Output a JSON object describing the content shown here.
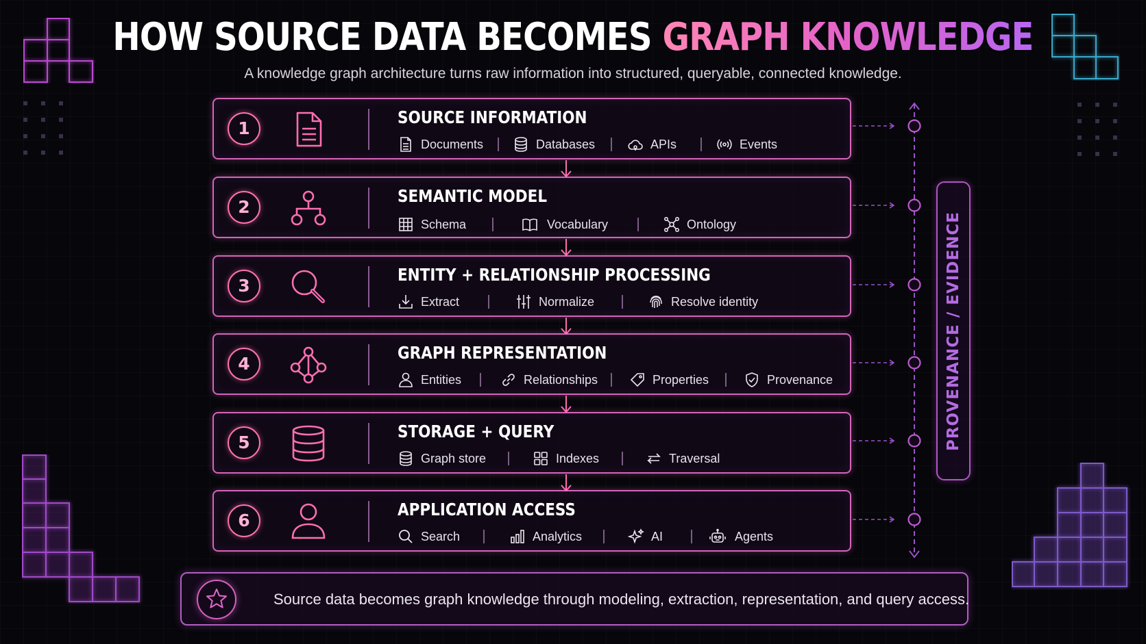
{
  "header": {
    "title_main": "HOW SOURCE DATA BECOMES ",
    "title_accent": "GRAPH KNOWLEDGE",
    "subtitle": "A knowledge graph architecture turns raw information into structured, queryable, connected knowledge."
  },
  "colors": {
    "accent_pink": "#ff72b0",
    "accent_purple": "#b155c6",
    "background": "#07060b"
  },
  "steps": [
    {
      "number": "1",
      "title": "SOURCE INFORMATION",
      "icon": "document-icon",
      "items": [
        {
          "label": "Documents",
          "icon": "document-icon"
        },
        {
          "label": "Databases",
          "icon": "database-icon"
        },
        {
          "label": "APIs",
          "icon": "cloud-icon"
        },
        {
          "label": "Events",
          "icon": "broadcast-icon"
        }
      ]
    },
    {
      "number": "2",
      "title": "SEMANTIC MODEL",
      "icon": "hierarchy-icon",
      "items": [
        {
          "label": "Schema",
          "icon": "grid-icon"
        },
        {
          "label": "Vocabulary",
          "icon": "book-icon"
        },
        {
          "label": "Ontology",
          "icon": "network-icon"
        }
      ]
    },
    {
      "number": "3",
      "title": "ENTITY + RELATIONSHIP PROCESSING",
      "icon": "magnifier-icon",
      "items": [
        {
          "label": "Extract",
          "icon": "download-icon"
        },
        {
          "label": "Normalize",
          "icon": "sliders-icon"
        },
        {
          "label": "Resolve identity",
          "icon": "fingerprint-icon"
        }
      ]
    },
    {
      "number": "4",
      "title": "GRAPH REPRESENTATION",
      "icon": "graph-icon",
      "items": [
        {
          "label": "Entities",
          "icon": "person-icon"
        },
        {
          "label": "Relationships",
          "icon": "link-icon"
        },
        {
          "label": "Properties",
          "icon": "tag-icon"
        },
        {
          "label": "Provenance",
          "icon": "shield-check-icon"
        }
      ]
    },
    {
      "number": "5",
      "title": "STORAGE + QUERY",
      "icon": "database-icon",
      "items": [
        {
          "label": "Graph store",
          "icon": "database-icon"
        },
        {
          "label": "Indexes",
          "icon": "tiles-icon"
        },
        {
          "label": "Traversal",
          "icon": "swap-arrows-icon"
        }
      ]
    },
    {
      "number": "6",
      "title": "APPLICATION ACCESS",
      "icon": "user-icon",
      "items": [
        {
          "label": "Search",
          "icon": "search-icon"
        },
        {
          "label": "Analytics",
          "icon": "bar-chart-icon"
        },
        {
          "label": "AI",
          "icon": "sparkle-icon"
        },
        {
          "label": "Agents",
          "icon": "robot-icon"
        }
      ]
    }
  ],
  "side_label": "PROVENANCE / EVIDENCE",
  "footer": {
    "icon": "star-icon",
    "text": "Source data becomes graph knowledge through modeling, extraction, representation, and query access."
  }
}
